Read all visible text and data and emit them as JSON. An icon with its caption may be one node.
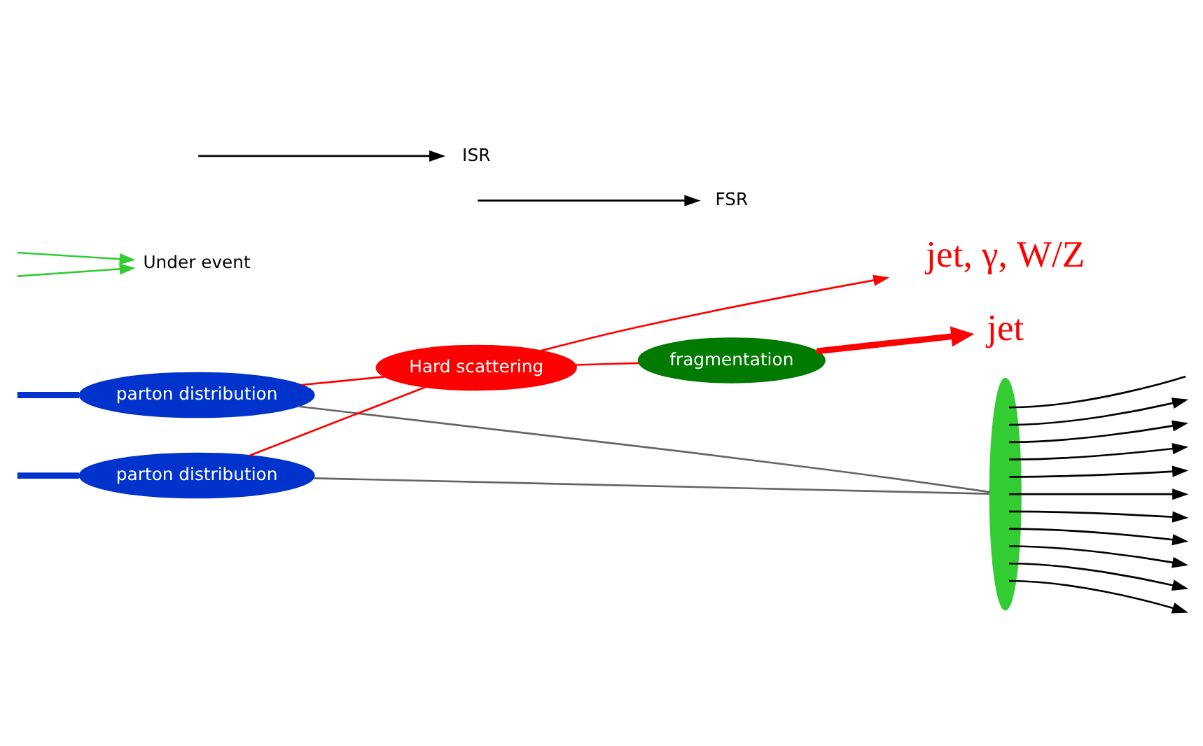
{
  "diagram": {
    "nodes": [
      {
        "text": [
          "parton distribution"
        ]
      },
      {
        "text": [
          "jet, γ, W/Z"
        ]
      },
      {
        "text": [
          "Hard scattering"
        ]
      },
      {
        "text": [],
        "shape": "ellipse"
      },
      {
        "text": [
          "Under event"
        ]
      },
      {
        "text": [
          "FSR"
        ]
      },
      {
        "text": [
          "ISR"
        ]
      },
      {
        "text": [
          "parton distribution"
        ]
      },
      {
        "text": [
          "fragmentation"
        ]
      },
      {
        "text": [
          "jet"
        ]
      }
    ],
    "edges": [
      {
        "from": null,
        "to": 0,
        "arrow": "none",
        "style": "thick",
        "color": "#0033cc"
      },
      {
        "from": null,
        "to": 7,
        "arrow": "none",
        "style": "thick",
        "color": "#0033cc"
      },
      {
        "from": 0,
        "to": 3,
        "arrow": "none",
        "color": "#666666"
      },
      {
        "from": 7,
        "to": 3,
        "arrow": "none",
        "color": "#666666"
      },
      {
        "from": 0,
        "to": 2,
        "arrow": "none",
        "color": "#ff0000"
      },
      {
        "from": 7,
        "to": 2,
        "arrow": "none",
        "color": "#ff0000"
      },
      {
        "from": 2,
        "to": 1,
        "arrow": "to",
        "color": "#ff0000"
      },
      {
        "from": 2,
        "to": 8,
        "arrow": "none",
        "color": "#ff0000"
      },
      {
        "from": 8,
        "to": 9,
        "arrow": "to",
        "style": "thick",
        "color": "#ff0000"
      },
      {
        "from": null,
        "to": 6,
        "arrow": "to",
        "color": "#000000"
      },
      {
        "from": null,
        "to": 5,
        "arrow": "to",
        "color": "#000000"
      },
      {
        "from": 3,
        "to": null,
        "arrow": "none",
        "color": "#000000"
      },
      {
        "from": 3,
        "to": null,
        "arrow": "to",
        "color": "#000000"
      },
      {
        "from": 3,
        "to": null,
        "arrow": "to",
        "color": "#000000"
      },
      {
        "from": 3,
        "to": null,
        "arrow": "to",
        "color": "#000000"
      },
      {
        "from": 3,
        "to": null,
        "arrow": "to",
        "color": "#000000"
      },
      {
        "from": 3,
        "to": null,
        "arrow": "to",
        "color": "#000000"
      },
      {
        "from": 3,
        "to": null,
        "arrow": "to",
        "color": "#000000"
      },
      {
        "from": 3,
        "to": null,
        "arrow": "to",
        "color": "#000000"
      },
      {
        "from": 3,
        "to": null,
        "arrow": "to",
        "color": "#000000"
      },
      {
        "from": 3,
        "to": null,
        "arrow": "to",
        "color": "#000000"
      },
      {
        "from": 3,
        "to": null,
        "arrow": "to",
        "color": "#000000"
      },
      {
        "from": null,
        "to": 4,
        "arrow": "to",
        "color": "#33cc33"
      },
      {
        "from": null,
        "to": 4,
        "arrow": "to",
        "color": "#33cc33"
      }
    ]
  }
}
